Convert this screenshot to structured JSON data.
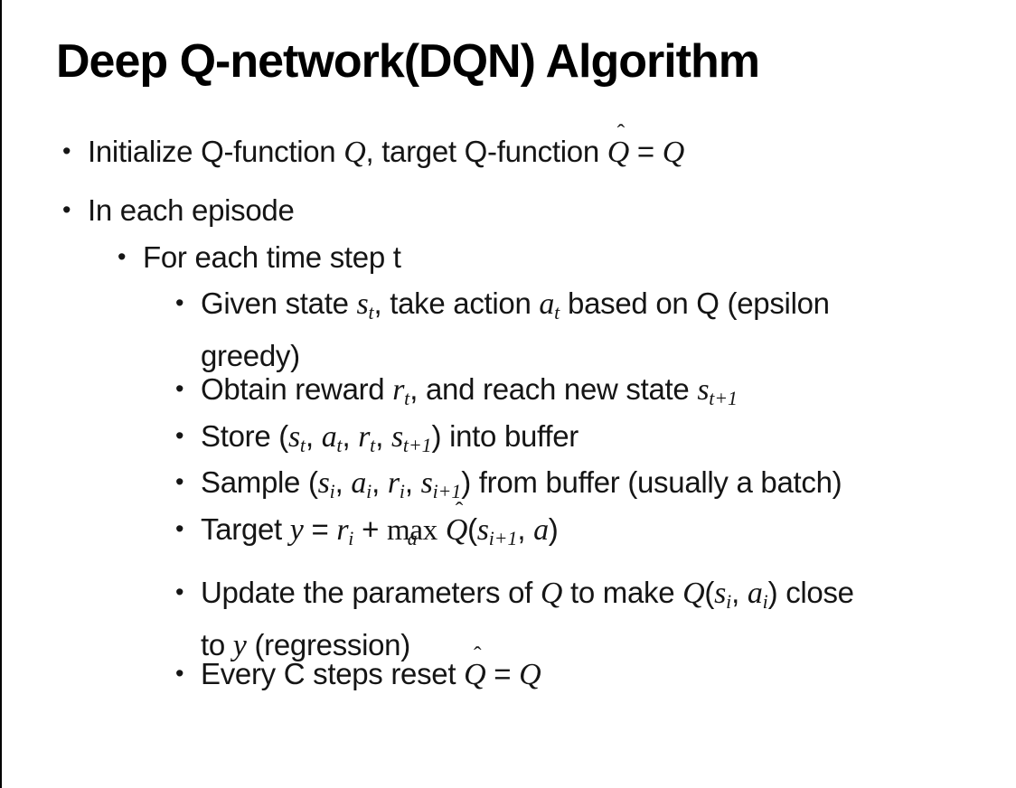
{
  "page": {
    "background": "#ffffff",
    "edge_line_color": "#000000",
    "text_color": "#151515"
  },
  "title": {
    "text": "Deep Q-network(DQN) Algorithm"
  },
  "bullet_char": "•",
  "hat_char": "ˆ",
  "bullets": [
    {
      "level": 1,
      "lines": [
        [
          {
            "k": "p",
            "t": "Initialize Q-function "
          },
          {
            "k": "mi",
            "t": "Q"
          },
          {
            "k": "p",
            "t": ", target Q-function "
          },
          {
            "k": "hat",
            "t": "Q"
          },
          {
            "k": "p",
            "t": " = "
          },
          {
            "k": "mi",
            "t": "Q"
          }
        ]
      ]
    },
    {
      "level": 1,
      "lines": [
        [
          {
            "k": "p",
            "t": "In each episode"
          }
        ]
      ]
    },
    {
      "level": 2,
      "lines": [
        [
          {
            "k": "p",
            "t": "For each time step t"
          }
        ]
      ]
    },
    {
      "level": 3,
      "lines": [
        [
          {
            "k": "p",
            "t": "Given state "
          },
          {
            "k": "sub",
            "t": "s",
            "s": "t"
          },
          {
            "k": "p",
            "t": ", take action "
          },
          {
            "k": "sub",
            "t": "a",
            "s": "t"
          },
          {
            "k": "p",
            "t": " based on Q (epsilon"
          }
        ],
        [
          {
            "k": "p",
            "t": "greedy)"
          }
        ]
      ]
    },
    {
      "level": 3,
      "lines": [
        [
          {
            "k": "p",
            "t": "Obtain reward "
          },
          {
            "k": "sub",
            "t": "r",
            "s": "t"
          },
          {
            "k": "p",
            "t": ", and reach new state "
          },
          {
            "k": "sub",
            "t": "s",
            "s": "t+1"
          }
        ]
      ]
    },
    {
      "level": 3,
      "lines": [
        [
          {
            "k": "p",
            "t": "Store ("
          },
          {
            "k": "sub",
            "t": "s",
            "s": "t"
          },
          {
            "k": "p",
            "t": ", "
          },
          {
            "k": "sub",
            "t": "a",
            "s": "t"
          },
          {
            "k": "p",
            "t": ", "
          },
          {
            "k": "sub",
            "t": "r",
            "s": "t"
          },
          {
            "k": "p",
            "t": ", "
          },
          {
            "k": "sub",
            "t": "s",
            "s": "t+1"
          },
          {
            "k": "p",
            "t": ") into buffer"
          }
        ]
      ]
    },
    {
      "level": 3,
      "lines": [
        [
          {
            "k": "p",
            "t": "Sample ("
          },
          {
            "k": "sub",
            "t": "s",
            "s": "i"
          },
          {
            "k": "p",
            "t": ", "
          },
          {
            "k": "sub",
            "t": "a",
            "s": "i"
          },
          {
            "k": "p",
            "t": ", "
          },
          {
            "k": "sub",
            "t": "r",
            "s": "i"
          },
          {
            "k": "p",
            "t": ", "
          },
          {
            "k": "sub",
            "t": "s",
            "s": "i+1"
          },
          {
            "k": "p",
            "t": ") from buffer (usually a batch)"
          }
        ]
      ]
    },
    {
      "level": 3,
      "lines": [
        [
          {
            "k": "p",
            "t": "Target "
          },
          {
            "k": "mi",
            "t": "y"
          },
          {
            "k": "p",
            "t": " = "
          },
          {
            "k": "sub",
            "t": "r",
            "s": "i"
          },
          {
            "k": "p",
            "t": " + "
          },
          {
            "k": "max",
            "t": "max",
            "u": "a"
          },
          {
            "k": "p",
            "t": " "
          },
          {
            "k": "hat",
            "t": "Q"
          },
          {
            "k": "p",
            "t": "("
          },
          {
            "k": "sub",
            "t": "s",
            "s": "i+1"
          },
          {
            "k": "p",
            "t": ", "
          },
          {
            "k": "mi",
            "t": "a"
          },
          {
            "k": "p",
            "t": ")"
          }
        ]
      ]
    },
    {
      "level": 3,
      "lines": [
        [
          {
            "k": "p",
            "t": "Update the parameters of "
          },
          {
            "k": "mi",
            "t": "Q"
          },
          {
            "k": "p",
            "t": " to make "
          },
          {
            "k": "mi",
            "t": "Q"
          },
          {
            "k": "p",
            "t": "("
          },
          {
            "k": "sub",
            "t": "s",
            "s": "i"
          },
          {
            "k": "p",
            "t": ", "
          },
          {
            "k": "sub",
            "t": "a",
            "s": "i"
          },
          {
            "k": "p",
            "t": ") close"
          }
        ],
        [
          {
            "k": "p",
            "t": "to "
          },
          {
            "k": "mi",
            "t": "y"
          },
          {
            "k": "p",
            "t": " (regression)"
          }
        ]
      ]
    },
    {
      "level": 3,
      "lines": [
        [
          {
            "k": "p",
            "t": "Every C steps reset "
          },
          {
            "k": "hat",
            "t": "Q"
          },
          {
            "k": "p",
            "t": " = "
          },
          {
            "k": "mi",
            "t": "Q"
          }
        ]
      ]
    }
  ]
}
